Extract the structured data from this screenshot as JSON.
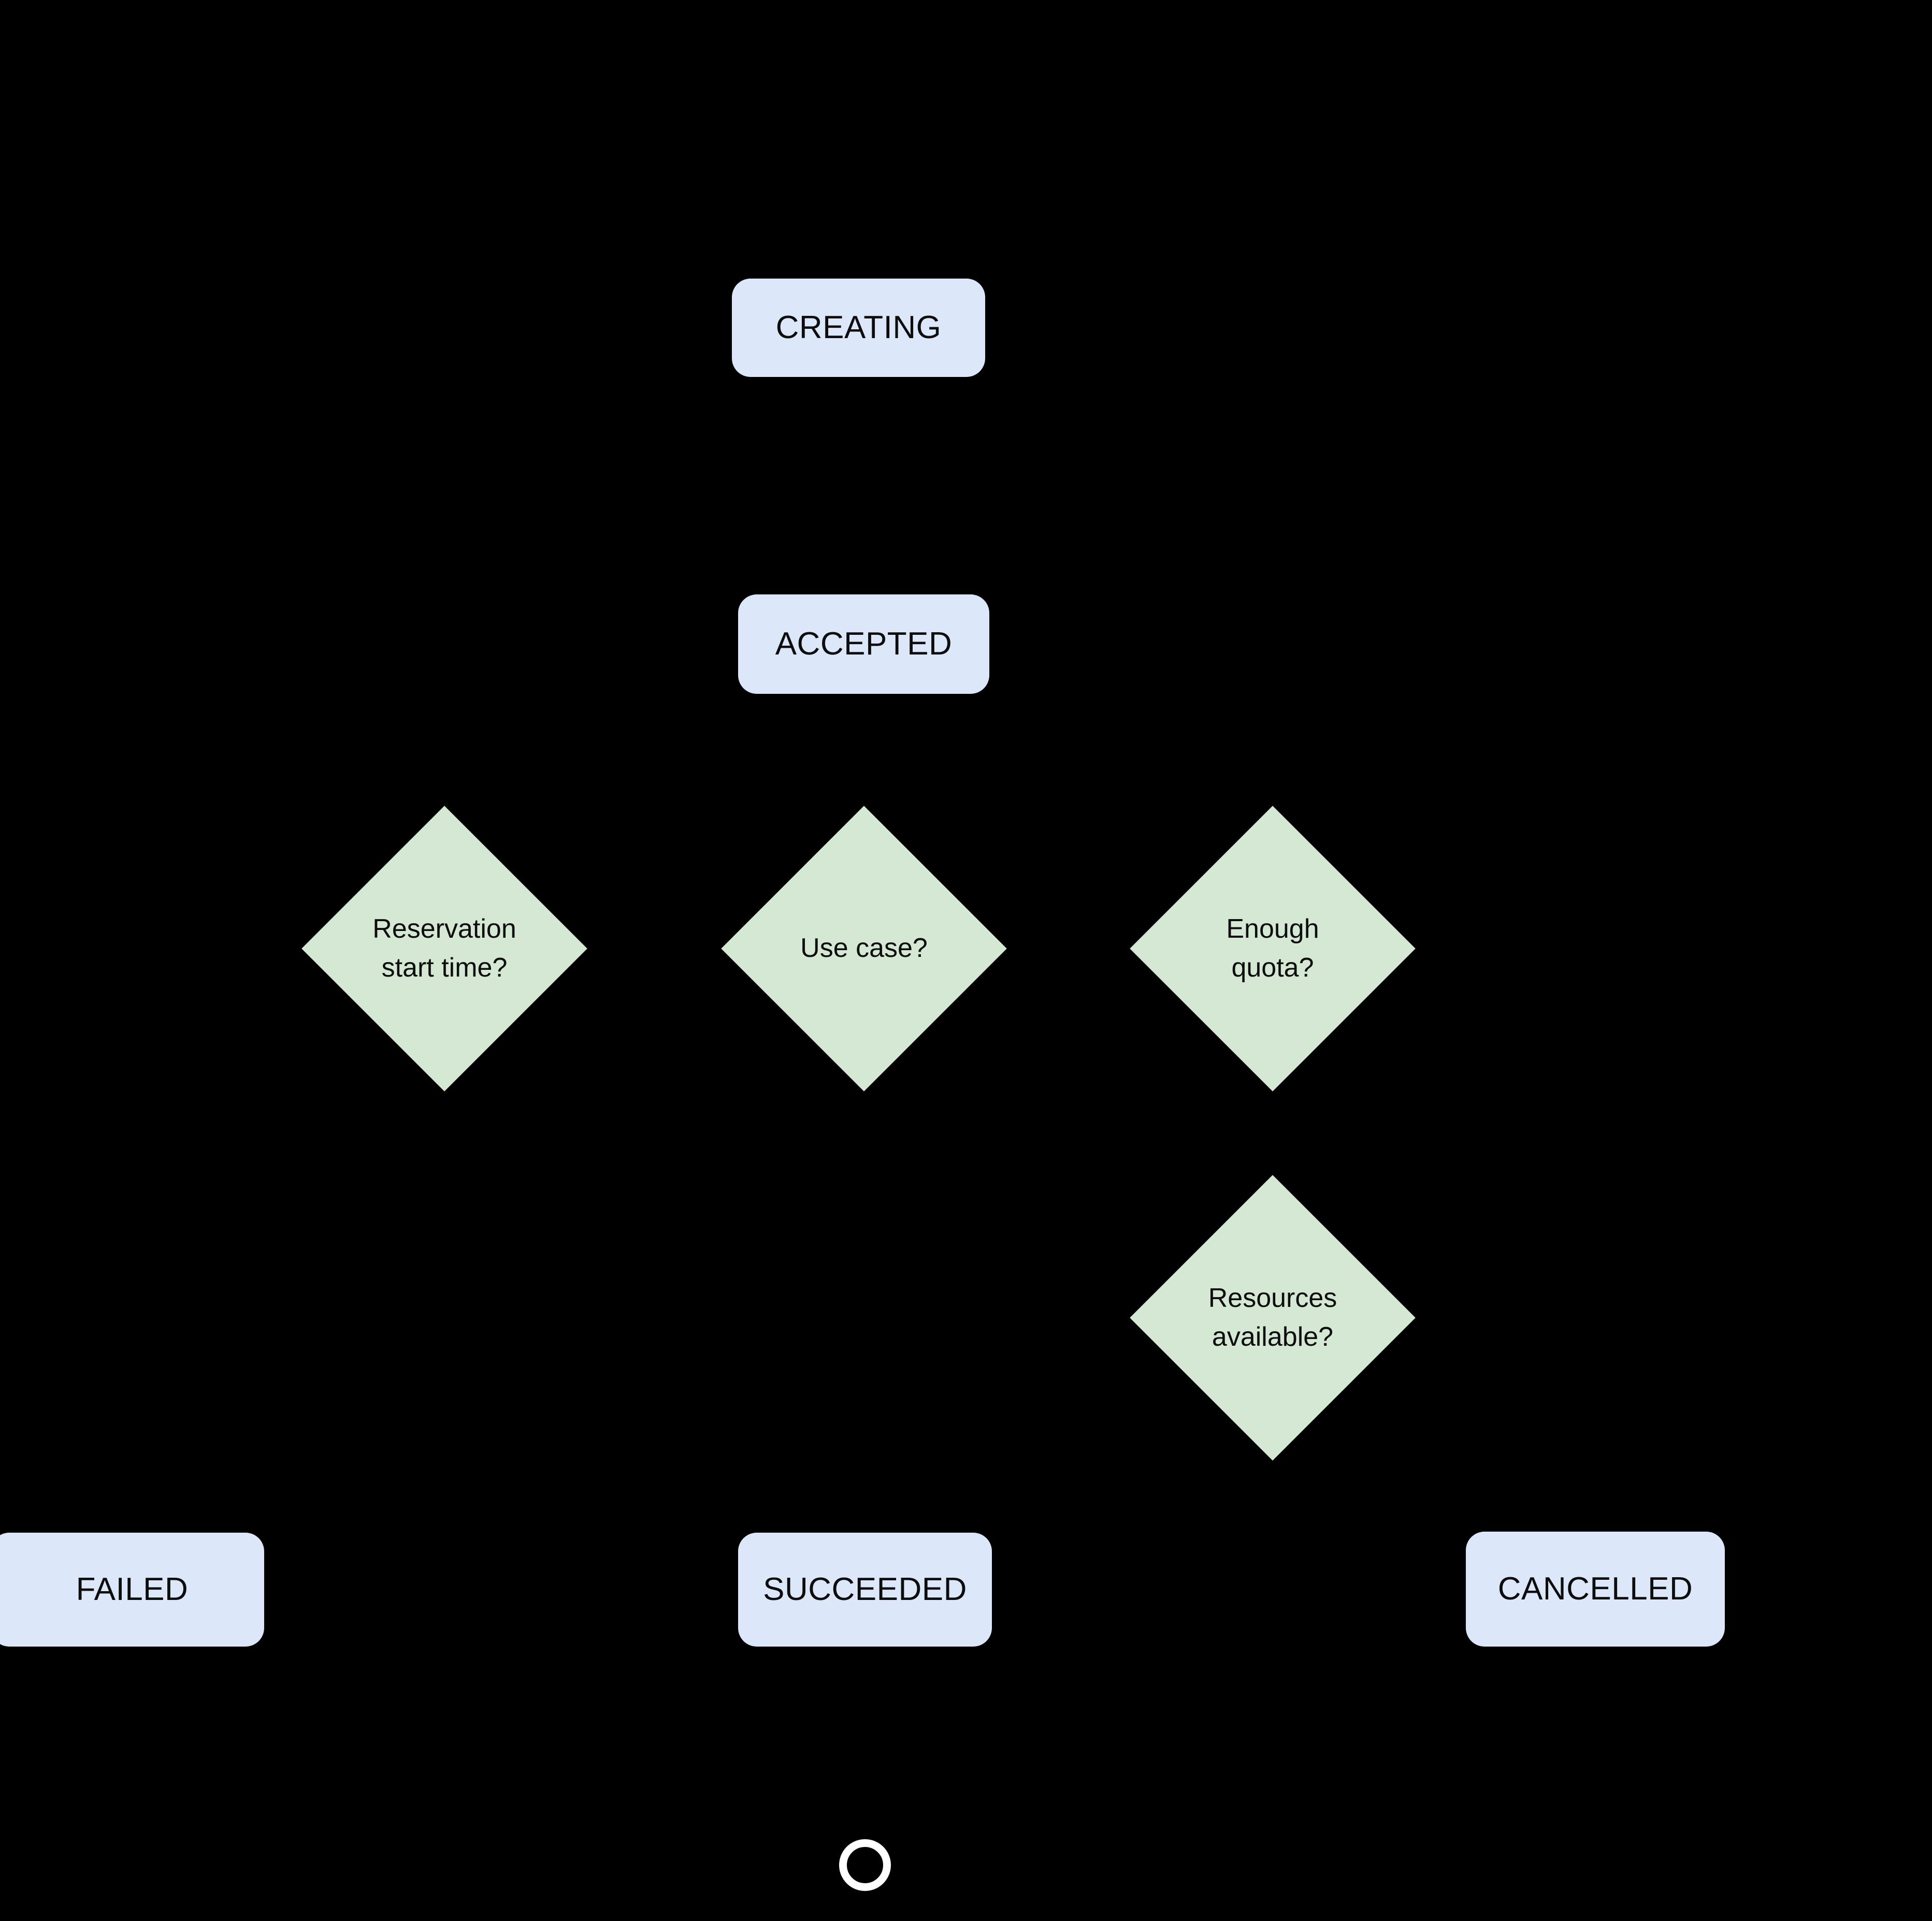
{
  "diagram": {
    "title": "Reservation lifecycle state flowchart",
    "background_color": "#000000",
    "state_fill_color": "#DCE8FA",
    "decision_fill_color": "#D5E8D4",
    "text_color": "#0D0D0D",
    "terminal_stroke_color": "#FFFFFF",
    "edge_color": "#000000"
  },
  "states": [
    {
      "id": "creating",
      "label": "CREATING",
      "shape": "rounded-rect"
    },
    {
      "id": "accepted",
      "label": "ACCEPTED",
      "shape": "rounded-rect"
    },
    {
      "id": "failed",
      "label": "FAILED",
      "shape": "rounded-rect"
    },
    {
      "id": "succeeded",
      "label": "SUCCEEDED",
      "shape": "rounded-rect"
    },
    {
      "id": "cancelled",
      "label": "CANCELLED",
      "shape": "rounded-rect"
    }
  ],
  "decisions": [
    {
      "id": "reservation-start-time",
      "label": "Reservation\nstart time?",
      "shape": "diamond"
    },
    {
      "id": "use-case",
      "label": "Use case?",
      "shape": "diamond"
    },
    {
      "id": "enough-quota",
      "label": "Enough\nquota?",
      "shape": "diamond"
    },
    {
      "id": "resources-available",
      "label": "Resources\navailable?",
      "shape": "diamond"
    }
  ],
  "terminal": {
    "id": "end-node",
    "label": "",
    "shape": "circle-ring"
  }
}
